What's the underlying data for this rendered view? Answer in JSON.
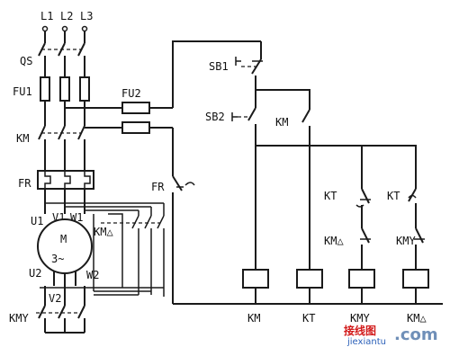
{
  "power_circuit": {
    "phases": [
      "L1",
      "L2",
      "L3"
    ],
    "switch": "QS",
    "fuse_main": "FU1",
    "contactor": "KM",
    "overload": "FR",
    "motor": {
      "symbol": "M",
      "phase": "3~",
      "terminals": [
        "U1",
        "V1",
        "W1",
        "U2",
        "V2",
        "W2"
      ]
    },
    "delta_contactor": "KM△",
    "star_contactor": "KMY"
  },
  "control_circuit": {
    "fuse": "FU2",
    "overload_contact": "FR",
    "stop_button": "SB1",
    "start_button": "SB2",
    "hold_contact": "KM",
    "timer_nc": "KT",
    "timer_no": "KT",
    "interlock_delta": "KM△",
    "interlock_star": "KMY",
    "coils": [
      "KM",
      "KT",
      "KMY",
      "KM△"
    ]
  },
  "watermark": {
    "chinese": "接线图",
    "site": "jiexiantu",
    "com": ".com"
  }
}
